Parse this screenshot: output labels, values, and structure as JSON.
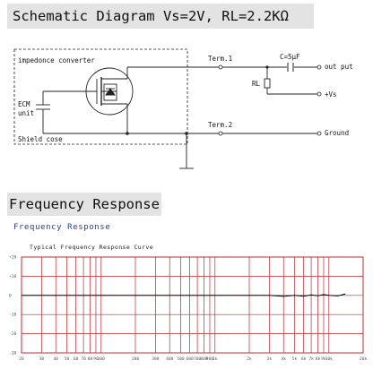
{
  "schematic": {
    "title": "Schematic Diagram  Vs=2V, RL=2.2KΩ",
    "impedance_label": "impedonce converter",
    "ecm_label_1": "ECM",
    "ecm_label_2": "unit",
    "shield_label": "Shield cose",
    "term1_label": "Term.1",
    "term2_label": "Term.2",
    "capacitor_label": "C=5μF",
    "resistor_label": "RL",
    "output_label": "out put",
    "supply_label": "+Vs",
    "ground_label": "Ground"
  },
  "frequency": {
    "title": "Frequency Response",
    "subtitle": "Frequency Response",
    "caption": "Typical Frequency Response Curve",
    "colors": {
      "grid": "#c0272d",
      "curve": "#000000"
    }
  },
  "chart_data": {
    "type": "line",
    "title": "Typical Frequency Response Curve",
    "x_scale": "log",
    "x_ticks": [
      "20",
      "30",
      "40",
      "50",
      "60",
      "70",
      "80",
      "90",
      "100",
      "200",
      "300",
      "400",
      "500",
      "600",
      "700",
      "800",
      "900",
      "1k",
      "2k",
      "3k",
      "4k",
      "5k",
      "6k",
      "7k",
      "8k",
      "9k",
      "10k",
      "20k"
    ],
    "y_ticks": [
      "+20",
      "+10",
      "0",
      "-10",
      "-20",
      "-30"
    ],
    "ylim": [
      -30,
      20
    ],
    "grid": true,
    "series": [
      {
        "x": [
          20,
          100,
          500,
          1000,
          3000,
          4000,
          5000,
          6000,
          7000,
          8000,
          9000,
          10000,
          12000,
          14000
        ],
        "y": [
          0,
          0,
          0,
          0,
          0,
          -0.5,
          0,
          -0.4,
          0.3,
          -0.2,
          0.4,
          0,
          -0.3,
          0.8
        ]
      }
    ]
  }
}
